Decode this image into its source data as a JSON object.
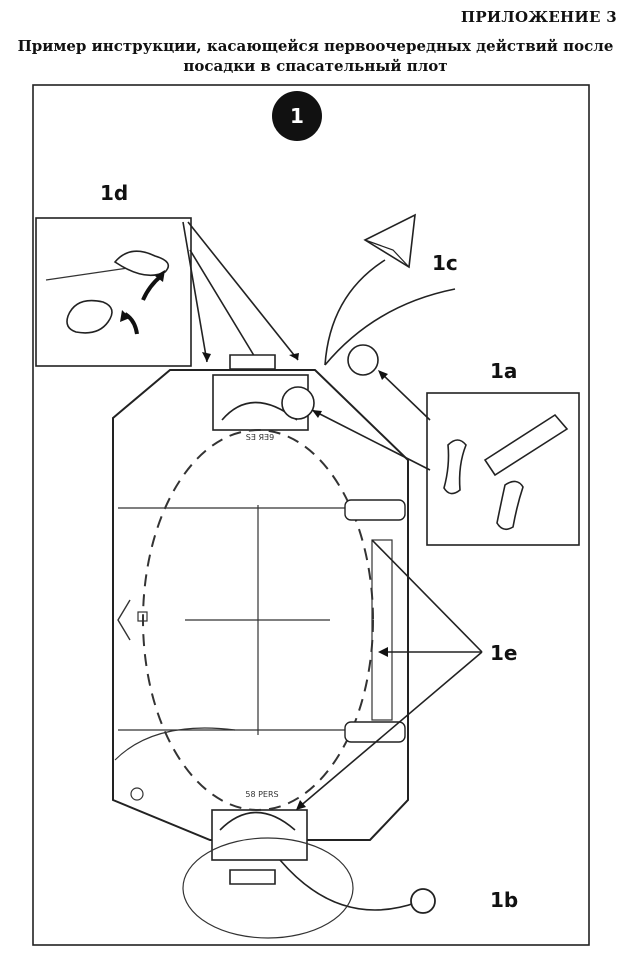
{
  "header": {
    "appendix": "ПРИЛОЖЕНИЕ 3",
    "title_line1": "Пример инструкции, касающейся первоочередных действий после",
    "title_line2": "посадки в спасательный плот"
  },
  "figure": {
    "step_number": "1",
    "labels": {
      "l1a": "1a",
      "l1b": "1b",
      "l1c": "1c",
      "l1d": "1d",
      "l1e": "1e"
    },
    "raft_marking_top": "SƎ ЯƎ9",
    "raft_marking_bottom": "58 PERS"
  }
}
